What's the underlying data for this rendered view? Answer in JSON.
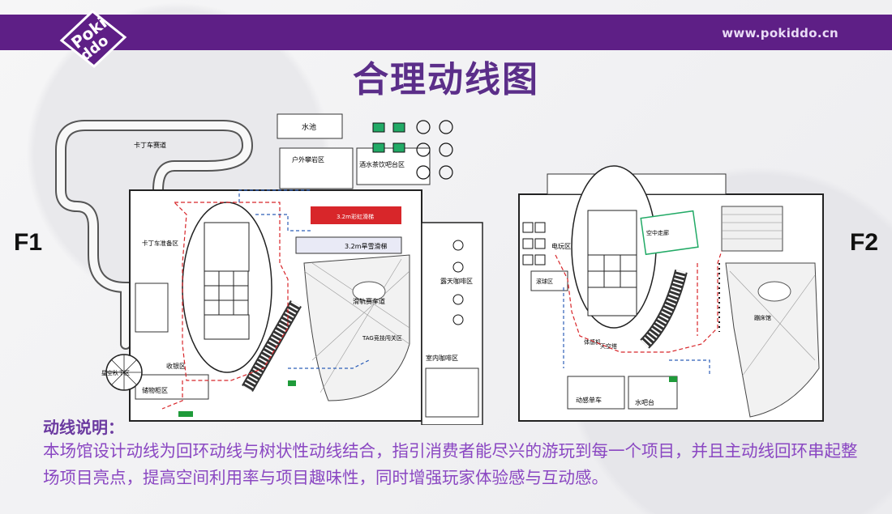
{
  "header": {
    "logo_text": "Poki ddo",
    "url": "www.pokiddo.cn",
    "title": "合理动线图"
  },
  "floors": {
    "f1": {
      "label": "F1",
      "areas": {
        "pool": "水池",
        "karting_track": "卡丁车赛道",
        "outdoor_climbing": "户外攀岩区",
        "bar_area": "酒水茶饮吧台区",
        "slide_red": "3.2m彩虹滑梯",
        "slide_blue": "3.2m旱雪滑梯",
        "karting_prep": "卡丁车准备区",
        "sky_cafe": "露天咖啡区",
        "sled": "滑轨赛车道",
        "tag_arena": "TAG竞技闯关区",
        "indoor_cafe": "室内咖啡区",
        "cashier": "收银区",
        "storage": "储物柜区",
        "playground": "星空秋千区"
      }
    },
    "f2": {
      "label": "F2",
      "areas": {
        "arcade": "电玩区",
        "sky_bridge": "空中走廊",
        "tower": "天空塔",
        "trampoline": "蹦床馆",
        "vr": "体感机",
        "dynamic_bike": "动感单车",
        "water_bar": "水吧台",
        "balls": "滚球区"
      }
    }
  },
  "notes": {
    "heading": "动线说明：",
    "body": "本场馆设计动线为回环动线与树状性动线结合，指引消费者能尽兴的游玩到每一个项目，并且主动线回环串起整场项目亮点，提高空间利用率与项目趣味性，同时增强玩家体验感与互动感。"
  },
  "colors": {
    "brand_purple": "#5e1f86",
    "title_purple": "#5b2e89",
    "note_purple": "#8a47c2",
    "flow_red": "#d8262a",
    "flow_blue": "#2e5fb8",
    "exit_green": "#1f9b3a"
  }
}
